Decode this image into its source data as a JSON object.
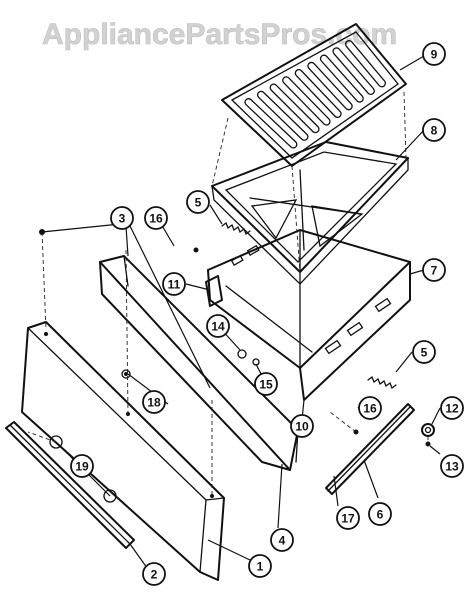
{
  "watermark": "AppliancePartsPros.com",
  "callouts": [
    {
      "label": "9"
    },
    {
      "label": "8"
    },
    {
      "label": "5"
    },
    {
      "label": "16"
    },
    {
      "label": "3"
    },
    {
      "label": "7"
    },
    {
      "label": "11"
    },
    {
      "label": "14"
    },
    {
      "label": "15"
    },
    {
      "label": "5"
    },
    {
      "label": "18"
    },
    {
      "label": "16"
    },
    {
      "label": "12"
    },
    {
      "label": "10"
    },
    {
      "label": "19"
    },
    {
      "label": "13"
    },
    {
      "label": "4"
    },
    {
      "label": "17"
    },
    {
      "label": "6"
    },
    {
      "label": "1"
    },
    {
      "label": "2"
    }
  ]
}
